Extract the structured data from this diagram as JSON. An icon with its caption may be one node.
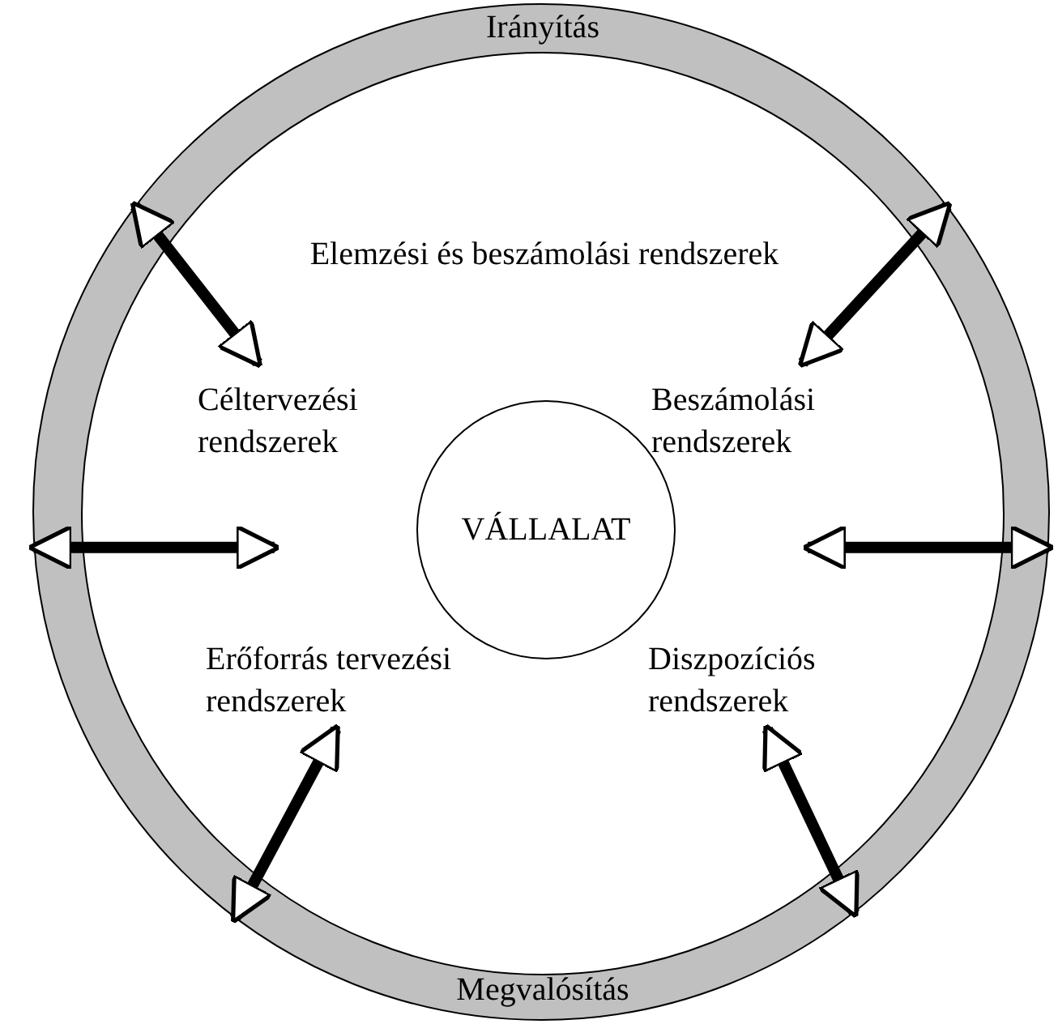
{
  "diagram": {
    "nodes": [
      {
        "text": [
          "Irányítás",
          "Megvalósítás"
        ]
      },
      {
        "text": [
          "Elemzési és beszámolási rendszerek"
        ],
        "in": 0
      },
      {
        "text": [
          "Céltervezési rendszerek"
        ],
        "in": 1
      },
      {
        "text": [
          "Beszámolási rendszerek"
        ],
        "in": 1
      },
      {
        "text": [
          "VÁLLALAT"
        ],
        "in": 1
      },
      {
        "text": [
          "Erőforrás tervezési rendszerek"
        ],
        "in": 1
      },
      {
        "text": [
          "Diszpozíciós rendszerek"
        ],
        "in": 1
      }
    ],
    "edges": [
      {
        "from": 0,
        "to": 2,
        "arrow": "both"
      },
      {
        "from": 0,
        "to": 3,
        "arrow": "both"
      },
      {
        "from": 0,
        "to": null,
        "arrow": "both"
      },
      {
        "from": null,
        "to": 0,
        "arrow": "both"
      },
      {
        "from": 5,
        "to": 0,
        "arrow": "both"
      },
      {
        "from": 6,
        "to": 0,
        "arrow": "both"
      }
    ]
  }
}
